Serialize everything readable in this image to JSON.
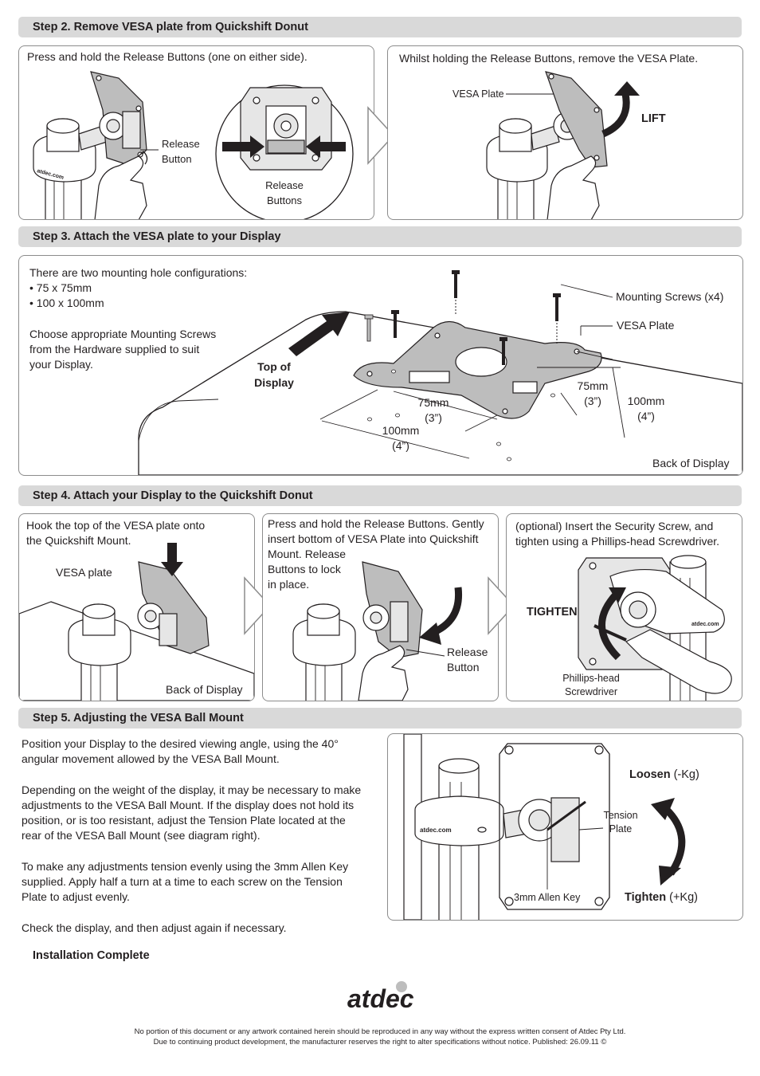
{
  "step2": {
    "title": "Step 2.  Remove VESA plate from Quickshift Donut",
    "left_instruction": "Press and hold the Release Buttons (one on either side).",
    "release_button_label_1": "Release",
    "release_button_label_2": "Button",
    "release_buttons_label_1": "Release",
    "release_buttons_label_2": "Buttons",
    "right_instruction": "Whilst holding the Release Buttons, remove the VESA Plate.",
    "vesa_plate_label": "VESA Plate",
    "lift_label": "LIFT"
  },
  "step3": {
    "title": "Step 3.  Attach the VESA plate to your Display",
    "config_intro": "There are two mounting hole configurations:",
    "config_1": "• 75 x 75mm",
    "config_2": "• 100 x 100mm",
    "choose_1": "Choose appropriate Mounting Screws",
    "choose_2": "from the Hardware supplied to suit",
    "choose_3": "your Display.",
    "top_of_display_1": "Top of",
    "top_of_display_2": "Display",
    "mounting_screws_label": "Mounting Screws (x4)",
    "vesa_plate_label": "VESA Plate",
    "dim_75_left_1": "75mm",
    "dim_75_left_2": "(3”)",
    "dim_100_left_1": "100mm",
    "dim_100_left_2": "(4”)",
    "dim_75_right_1": "75mm",
    "dim_75_right_2": "(3”)",
    "dim_100_right_1": "100mm",
    "dim_100_right_2": "(4”)",
    "back_of_display": "Back of Display"
  },
  "step4": {
    "title": "Step 4.  Attach your Display to the Quickshift Donut",
    "panel1_1": "Hook the top of the VESA plate onto",
    "panel1_2": "the Quickshift Mount.",
    "panel1_vesa_plate": "VESA plate",
    "panel1_back_of_display": "Back of Display",
    "panel2_1": "Press and hold the Release Buttons. Gently",
    "panel2_2": "insert bottom of VESA Plate into Quickshift",
    "panel2_3": "Mount. Release",
    "panel2_4": "Buttons to lock",
    "panel2_5": "in place.",
    "panel2_release_1": "Release",
    "panel2_release_2": "Button",
    "panel3_1": "(optional) Insert the Security Screw, and",
    "panel3_2": "tighten using a Phillips-head Screwdriver.",
    "tighten_label": "TIGHTEN",
    "screwdriver_1": "Phillips-head",
    "screwdriver_2": "Screwdriver"
  },
  "step5": {
    "title": "Step 5.  Adjusting the VESA Ball Mount",
    "p1_1": "Position your Display to the desired viewing angle, using the 40°",
    "p1_2": "angular movement allowed by the VESA Ball Mount.",
    "p2_1": "Depending on the weight of the display, it may be necessary to make",
    "p2_2": "adjustments to the VESA Ball Mount.  If the display does not hold its",
    "p2_3": "position, or is too resistant, adjust the Tension Plate located at the",
    "p2_4": "rear of the VESA Ball Mount (see diagram right).",
    "p3_1": "To make any adjustments tension evenly using the 3mm Allen Key",
    "p3_2": "supplied. Apply half a turn at a time to each screw on the Tension",
    "p3_3": "Plate to adjust evenly.",
    "p4": "Check the display, and then adjust again if necessary.",
    "installation_complete": "Installation Complete",
    "loosen_bold": "Loosen",
    "loosen_rest": " (-Kg)",
    "tension_plate_1": "Tension",
    "tension_plate_2": "Plate",
    "allen_key": "3mm Allen Key",
    "tighten_bold": "Tighten",
    "tighten_rest": " (+Kg)"
  },
  "brand": {
    "logo": "atdec",
    "donut_text": "atdec.com"
  },
  "footer": {
    "line1": "No portion of this document or any artwork contained herein should be reproduced in any way without the express written consent of Atdec Pty Ltd.",
    "line2": "Due to continuing product development, the manufacturer reserves the right to alter specifications without notice. Published: 26.09.11 ©"
  }
}
